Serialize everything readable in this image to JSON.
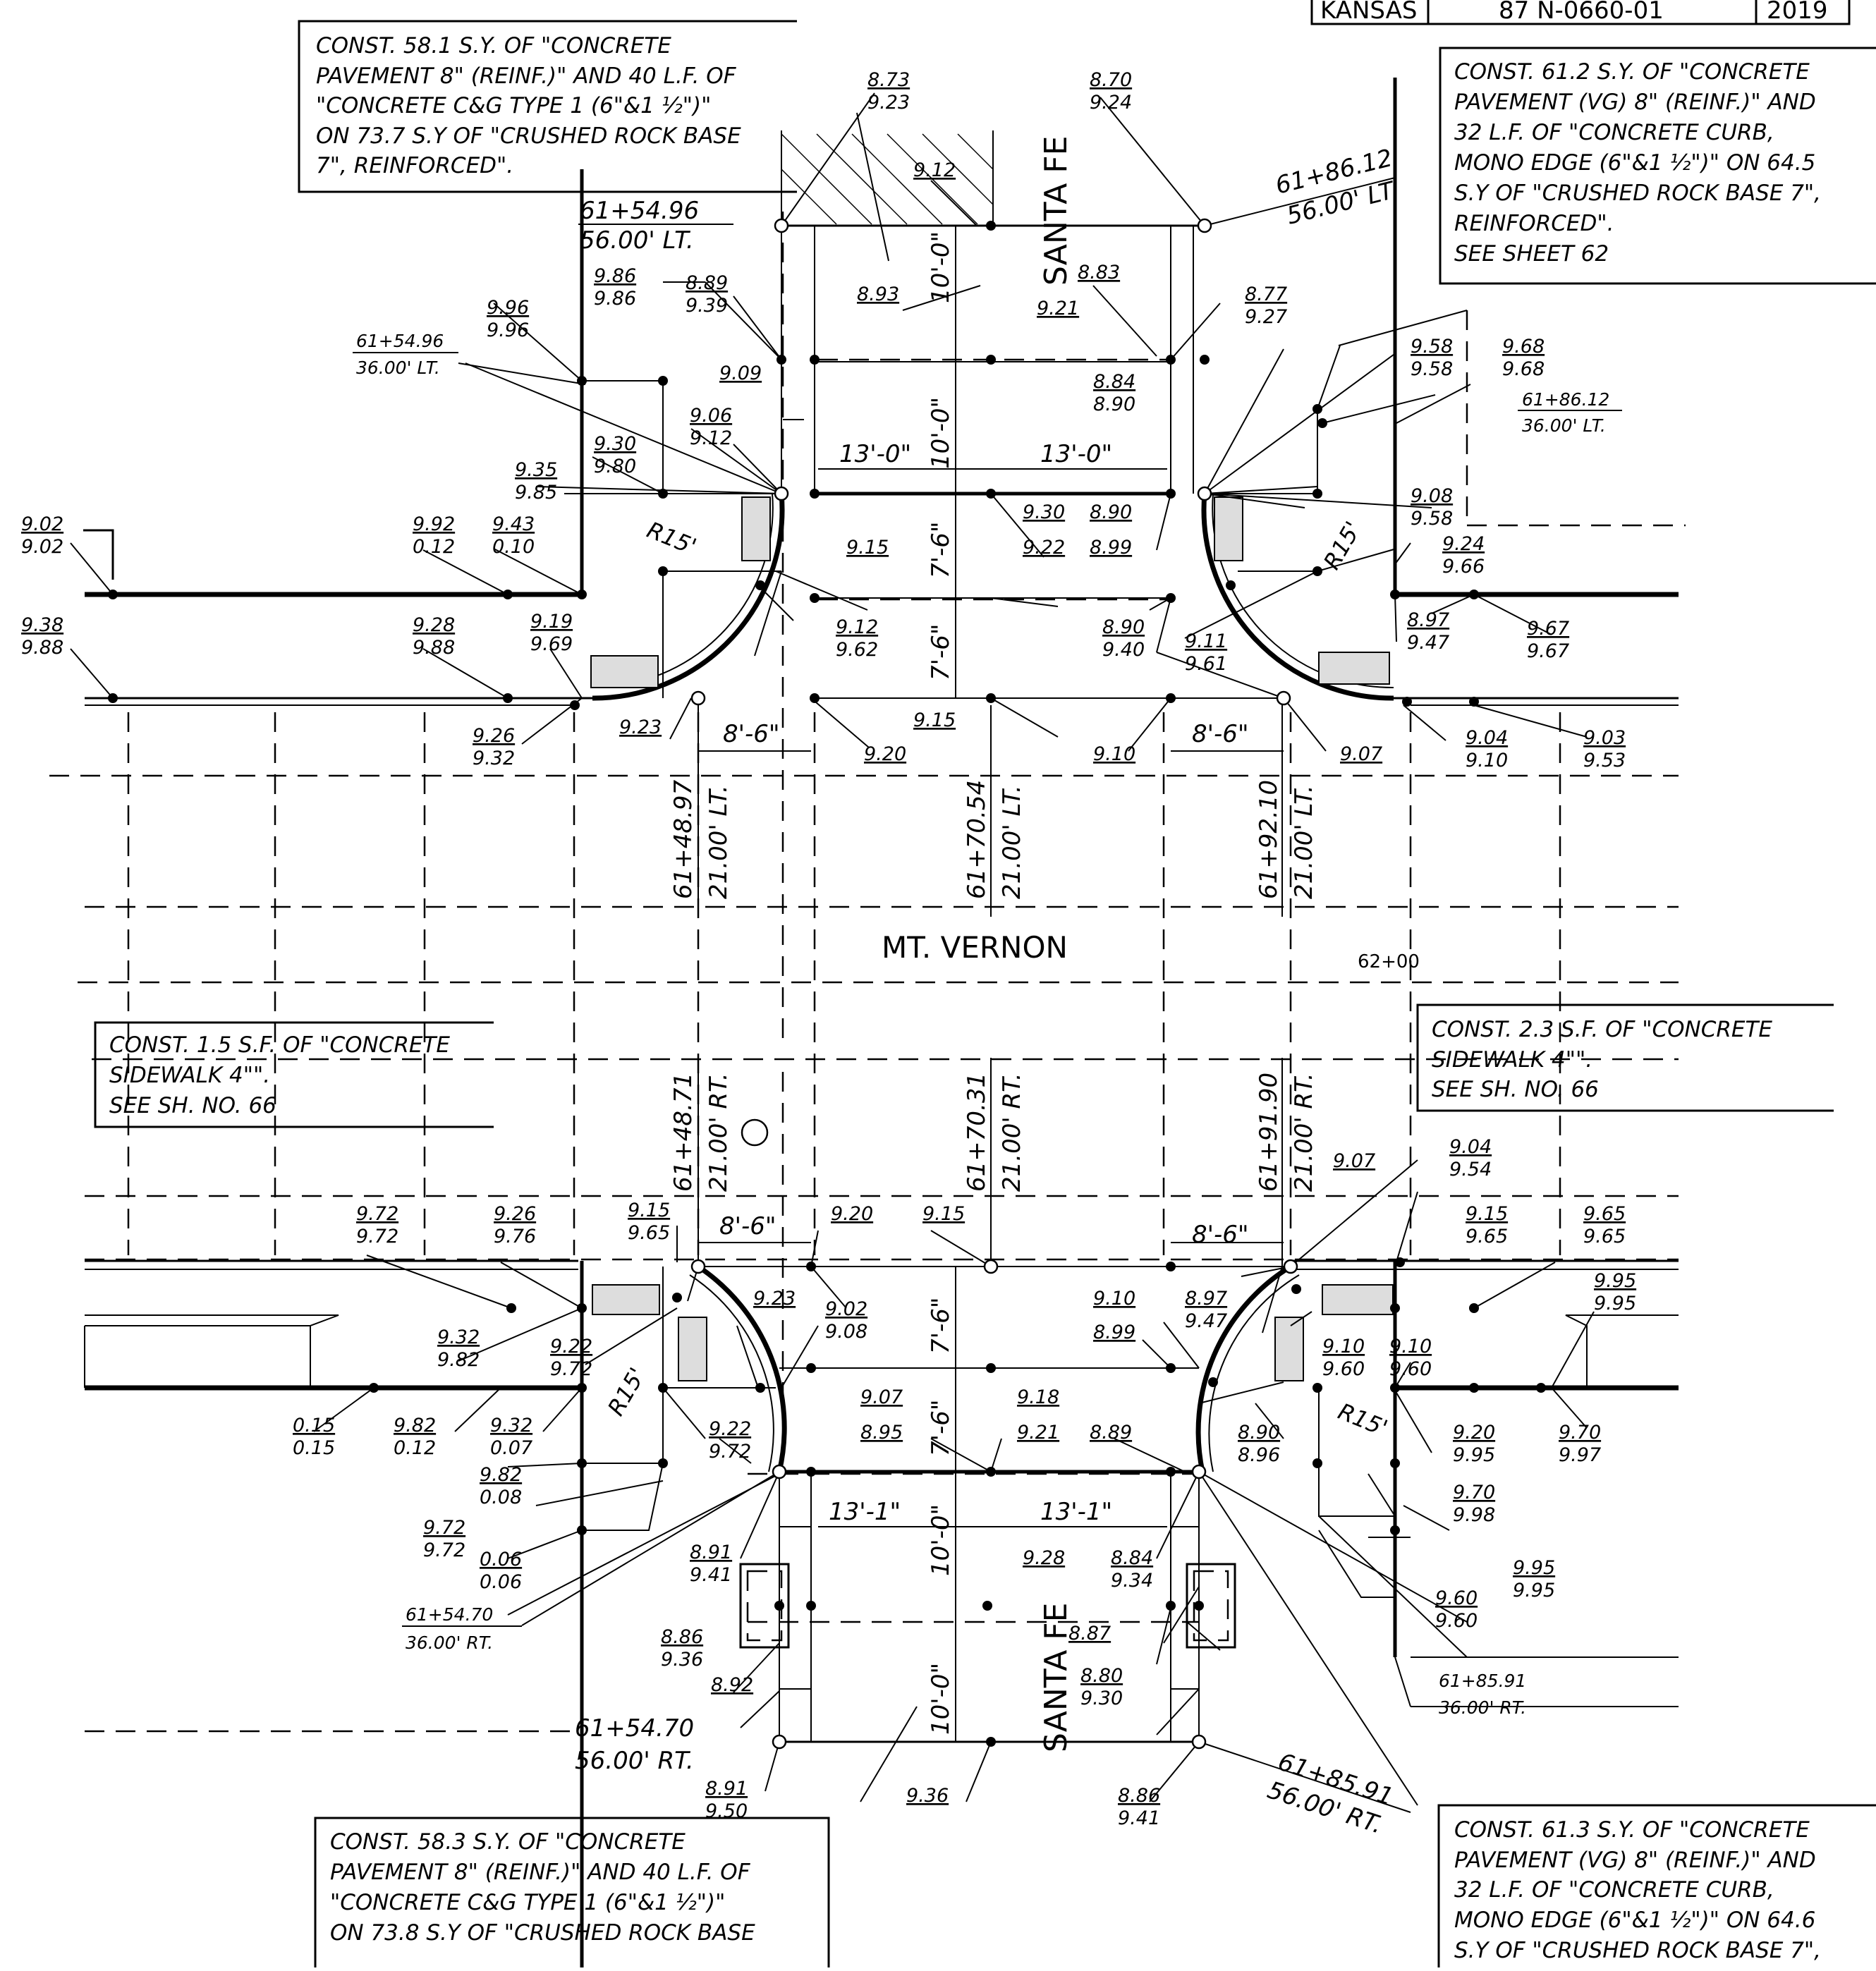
{
  "title_block": {
    "state": "KANSAS",
    "project": "87 N-0660-01",
    "year": "2019"
  },
  "streets": {
    "cross": "MT. VERNON",
    "main_top": "SANTA FE",
    "main_bottom": "SANTA FE"
  },
  "station_mark": "62+00",
  "notes": {
    "nw": [
      "CONST. 58.1 S.Y. OF \"CONCRETE",
      "PAVEMENT 8\" (REINF.)\" AND 40 L.F. OF",
      "\"CONCRETE C&G TYPE 1 (6\"&1 ½\")\"",
      "ON 73.7 S.Y OF \"CRUSHED ROCK BASE",
      "7\", REINFORCED\"."
    ],
    "ne": [
      "CONST. 61.2 S.Y. OF \"CONCRETE",
      "PAVEMENT (VG) 8\" (REINF.)\" AND",
      "32 L.F. OF \"CONCRETE CURB,",
      "MONO EDGE (6\"&1 ½\")\" ON 64.5",
      "S.Y OF \"CRUSHED ROCK BASE 7\",",
      "REINFORCED\".",
      "SEE SHEET 62"
    ],
    "w_sidewalk": [
      "CONST. 1.5 S.F. OF \"CONCRETE",
      "SIDEWALK 4\"\".",
      "SEE SH. NO. 66"
    ],
    "e_sidewalk": [
      "CONST. 2.3 S.F. OF \"CONCRETE",
      "SIDEWALK 4\"\".",
      "SEE SH. NO. 66"
    ],
    "sw": [
      "CONST. 58.3 S.Y. OF \"CONCRETE",
      "PAVEMENT 8\" (REINF.)\" AND 40 L.F. OF",
      "\"CONCRETE C&G TYPE 1 (6\"&1 ½\")\"",
      "ON 73.8 S.Y OF \"CRUSHED ROCK BASE"
    ],
    "se": [
      "CONST. 61.3 S.Y. OF \"CONCRETE",
      "PAVEMENT (VG) 8\" (REINF.)\" AND",
      "32 L.F. OF \"CONCRETE CURB,",
      "MONO EDGE (6\"&1 ½\")\" ON 64.6",
      "S.Y OF \"CRUSHED ROCK BASE 7\","
    ]
  },
  "stations": {
    "nw_56": [
      "61+54.96",
      "56.00' LT."
    ],
    "ne_56": [
      "61+86.12",
      "56.00' LT"
    ],
    "nw_36": [
      "61+54.96",
      "36.00' LT."
    ],
    "ne_36": [
      "61+86.12",
      "36.00' LT."
    ],
    "n21_a": [
      "61+48.97",
      "21.00' LT."
    ],
    "n21_b": [
      "61+70.54",
      "21.00' LT."
    ],
    "n21_c": [
      "61+92.10",
      "21.00' LT."
    ],
    "s21_a": [
      "61+48.71",
      "21.00' RT."
    ],
    "s21_b": [
      "61+70.31",
      "21.00' RT."
    ],
    "s21_c": [
      "61+91.90",
      "21.00' RT."
    ],
    "sw_36": [
      "61+54.70",
      "36.00' RT."
    ],
    "se_36": [
      "61+85.91",
      "36.00' RT."
    ],
    "sw_56": [
      "61+54.70",
      "56.00' RT."
    ],
    "se_56": [
      "61+85.91",
      "56.00' RT."
    ]
  },
  "dimensions": {
    "n_10a": "10'-0\"",
    "n_10b": "10'-0\"",
    "n_13a": "13'-0\"",
    "n_13b": "13'-0\"",
    "n_7a": "7'-6\"",
    "n_7b": "7'-6\"",
    "n_8a": "8'-6\"",
    "n_8b": "8'-6\"",
    "s_8a": "8'-6\"",
    "s_8b": "8'-6\"",
    "s_7a": "7'-6\"",
    "s_7b": "7'-6\"",
    "s_13a": "13'-1\"",
    "s_13b": "13'-1\"",
    "s_10a": "10'-0\"",
    "s_10b": "10'-0\"",
    "r_nw": "R15'",
    "r_ne": "R15'",
    "r_sw": "R15'",
    "r_se": "R15'"
  },
  "elevations": [
    [
      "8.73",
      "9.23"
    ],
    [
      "8.70",
      "9.24"
    ],
    [
      "9.12"
    ],
    [
      "9.86",
      "9.86"
    ],
    [
      "8.89",
      "9.39"
    ],
    [
      "8.93"
    ],
    [
      "9.21"
    ],
    [
      "8.83"
    ],
    [
      "8.77",
      "9.27"
    ],
    [
      "9.96",
      "9.96"
    ],
    [
      "9.09"
    ],
    [
      "8.84",
      "8.90"
    ],
    [
      "9.58",
      "9.58"
    ],
    [
      "9.68",
      "9.68"
    ],
    [
      "9.06",
      "9.12"
    ],
    [
      "9.30",
      "9.80"
    ],
    [
      "9.35",
      "9.85"
    ],
    [
      "9.08",
      "9.58"
    ],
    [
      "9.02",
      "9.02"
    ],
    [
      "9.92",
      "0.12"
    ],
    [
      "9.43",
      "0.10"
    ],
    [
      "9.30"
    ],
    [
      "8.90"
    ],
    [
      "9.15"
    ],
    [
      "9.22"
    ],
    [
      "8.99"
    ],
    [
      "9.24",
      "9.66"
    ],
    [
      "9.38",
      "9.88"
    ],
    [
      "9.28",
      "9.88"
    ],
    [
      "9.19",
      "9.69"
    ],
    [
      "9.12",
      "9.62"
    ],
    [
      "8.90",
      "9.40"
    ],
    [
      "9.11",
      "9.61"
    ],
    [
      "8.97",
      "9.47"
    ],
    [
      "9.67",
      "9.67"
    ],
    [
      "9.26",
      "9.32"
    ],
    [
      "9.23"
    ],
    [
      "9.15"
    ],
    [
      "9.20"
    ],
    [
      "9.10"
    ],
    [
      "9.07"
    ],
    [
      "9.04",
      "9.10"
    ],
    [
      "9.03",
      "9.53"
    ],
    [
      "9.07"
    ],
    [
      "9.04",
      "9.54"
    ],
    [
      "9.72",
      "9.72"
    ],
    [
      "9.26",
      "9.76"
    ],
    [
      "9.15",
      "9.65"
    ],
    [
      "9.20"
    ],
    [
      "9.15"
    ],
    [
      "9.15",
      "9.65"
    ],
    [
      "9.65",
      "9.65"
    ],
    [
      "9.23"
    ],
    [
      "9.02",
      "9.08"
    ],
    [
      "9.10"
    ],
    [
      "8.97",
      "9.47"
    ],
    [
      "9.95",
      "9.95"
    ],
    [
      "9.32",
      "9.82"
    ],
    [
      "9.22",
      "9.72"
    ],
    [
      "8.99"
    ],
    [
      "9.10",
      "9.60"
    ],
    [
      "9.10",
      "9.60"
    ],
    [
      "9.07"
    ],
    [
      "9.18"
    ],
    [
      "0.15",
      "0.15"
    ],
    [
      "9.82",
      "0.12"
    ],
    [
      "9.32",
      "0.07"
    ],
    [
      "9.22",
      "9.72"
    ],
    [
      "8.95"
    ],
    [
      "9.21"
    ],
    [
      "8.89"
    ],
    [
      "8.90",
      "8.96"
    ],
    [
      "9.20",
      "9.95"
    ],
    [
      "9.70",
      "9.97"
    ],
    [
      "9.82",
      "0.08"
    ],
    [
      "9.70",
      "9.98"
    ],
    [
      "9.72",
      "9.72"
    ],
    [
      "0.06",
      "0.06"
    ],
    [
      "8.91",
      "9.41"
    ],
    [
      "9.28"
    ],
    [
      "8.84",
      "9.34"
    ],
    [
      "9.95",
      "9.95"
    ],
    [
      "9.60",
      "9.60"
    ],
    [
      "8.86",
      "9.36"
    ],
    [
      "8.87"
    ],
    [
      "8.92"
    ],
    [
      "8.80",
      "9.30"
    ],
    [
      "8.91",
      "9.50"
    ],
    [
      "9.36"
    ],
    [
      "8.86",
      "9.41"
    ]
  ]
}
